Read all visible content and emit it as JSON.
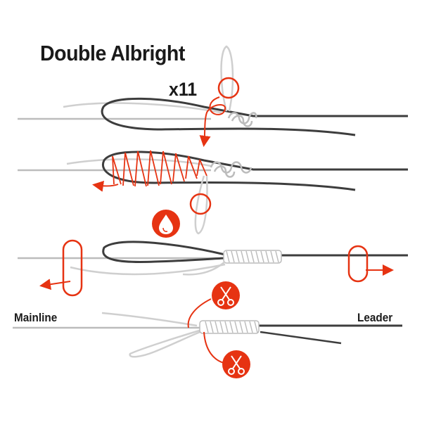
{
  "title": "Double Albright",
  "wrap_count": "x11",
  "labels": {
    "left": "Mainline",
    "right": "Leader"
  },
  "colors": {
    "accent": "#e63312",
    "dark_line": "#3d3d3d",
    "light_line": "#bcbcbc"
  },
  "icons": {
    "wet": "water-drop-icon",
    "trim": "scissors-icon"
  }
}
